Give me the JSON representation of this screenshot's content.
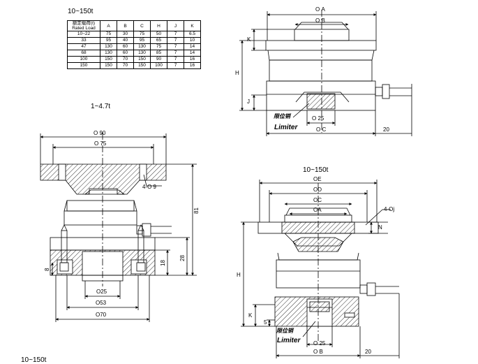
{
  "table": {
    "title": "10~150t",
    "header_line1": "额定载荷(t)",
    "header_line2": "Rated Load",
    "columns": [
      "A",
      "B",
      "C",
      "H",
      "J",
      "K"
    ],
    "rows": [
      [
        "10~22",
        "75",
        "30",
        "75",
        "50",
        "7",
        "6.5"
      ],
      [
        "33",
        "95",
        "40",
        "95",
        "65",
        "7",
        "10"
      ],
      [
        "47",
        "130",
        "60",
        "130",
        "75",
        "7",
        "14"
      ],
      [
        "68",
        "130",
        "60",
        "130",
        "85",
        "7",
        "14"
      ],
      [
        "100",
        "150",
        "70",
        "150",
        "90",
        "7",
        "16"
      ],
      [
        "150",
        "150",
        "70",
        "150",
        "100",
        "7",
        "16"
      ]
    ]
  },
  "top_right": {
    "dim_A": "Ο A",
    "dim_B": "Ο B",
    "dim_K": "K",
    "dim_H": "H",
    "dim_J": "J",
    "dim_25": "Ο 25",
    "dim_C": "Ο C",
    "dim_20": "20",
    "limiter_cn": "限位销",
    "limiter_en": "Limiter"
  },
  "left": {
    "title": "1~4.7t",
    "dim_90": "Ο 90",
    "dim_75": "Ο 75",
    "holes": "4-Ο 9",
    "dim_81": "81",
    "dim_28": "28",
    "dim_18": "18",
    "dim_8": "8",
    "dim_25": "Ο25",
    "dim_53": "Ο53",
    "dim_70": "Ο70"
  },
  "bottom_right": {
    "title": "10~150t",
    "dim_E": "ΟE",
    "dim_D": "ΟD",
    "dim_C": "ΟC",
    "dim_A": "ΟA",
    "holes": "4-Οj",
    "dim_N": "N",
    "dim_H": "H",
    "dim_K": "K",
    "dim_5": "5",
    "dim_25": "Ο 25",
    "dim_B": "Ο B",
    "dim_20": "20",
    "limiter_cn": "限位销",
    "limiter_en": "Limiter"
  },
  "footer_fragment": "10~150t"
}
